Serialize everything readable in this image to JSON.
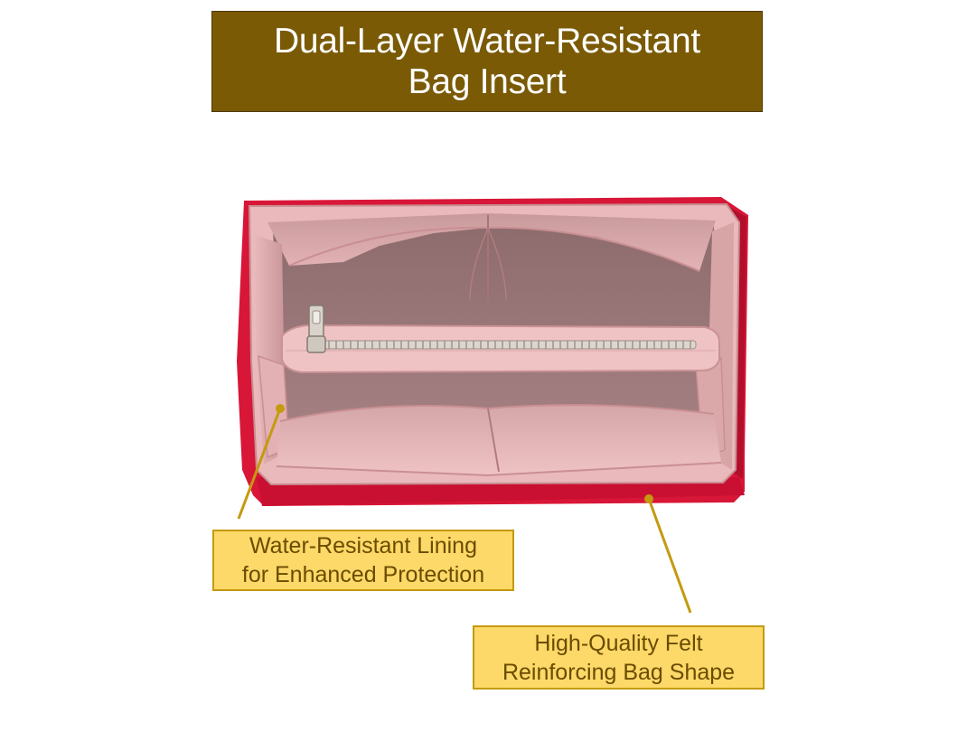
{
  "title": {
    "line1": "Dual-Layer Water-Resistant",
    "line2": "Bag Insert"
  },
  "callouts": {
    "lining": {
      "line1": "Water-Resistant Lining",
      "line2": "for Enhanced Protection"
    },
    "felt": {
      "line1": "High-Quality Felt",
      "line2": "Reinforcing Bag Shape"
    }
  },
  "colors": {
    "title_background": "#7a5a05",
    "callout_background": "#fcd968",
    "callout_border": "#c49a10",
    "callout_text": "#6b4c00",
    "felt": "#e01e3c",
    "lining": "#e6b2b4"
  }
}
